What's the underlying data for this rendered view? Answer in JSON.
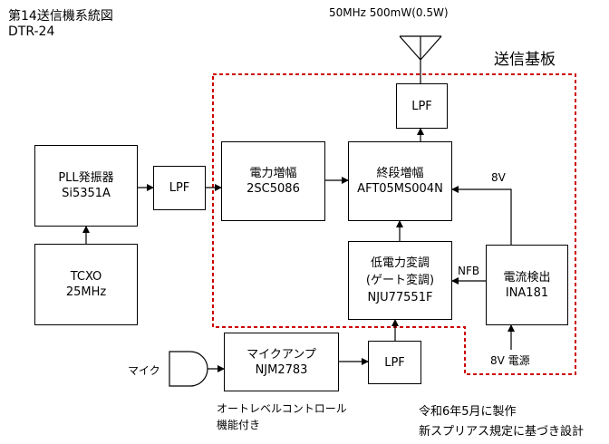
{
  "header": {
    "title": "第14送信機系統図",
    "model": "DTR-24"
  },
  "antenna_label": "50MHz 500mW(0.5W)",
  "board_label": "送信基板",
  "blocks": {
    "pll": {
      "line1": "PLL発振器",
      "line2": "Si5351A"
    },
    "tcxo": {
      "line1": "TCXO",
      "line2": "25MHz"
    },
    "lpf_pll": {
      "line1": "LPF"
    },
    "power_amp": {
      "line1": "電力増幅",
      "line2": "2SC5086"
    },
    "final_amp": {
      "line1": "終段増幅",
      "line2": "AFT05MS004N"
    },
    "lpf_out": {
      "line1": "LPF"
    },
    "low_power_mod": {
      "line1": "低電力変調",
      "line2": "(ゲート変調)",
      "line3": "NJU77551F"
    },
    "current_detect": {
      "line1": "電流検出",
      "line2": "INA181"
    },
    "mic_amp": {
      "line1": "マイクアンプ",
      "line2": "NJM2783"
    },
    "lpf_mic": {
      "line1": "LPF"
    }
  },
  "labels": {
    "voltage_8v": "8V",
    "nfb": "NFB",
    "power_8v": "8V 電源",
    "mic": "マイク",
    "auto_level_1": "オートレベルコントロール",
    "auto_level_2": "機能付き"
  },
  "notes": {
    "line1": "令和6年5月に製作",
    "line2": "新スプリアス規定に基づき設計"
  },
  "colors": {
    "board_border": "#cc0000",
    "line": "#000000"
  }
}
